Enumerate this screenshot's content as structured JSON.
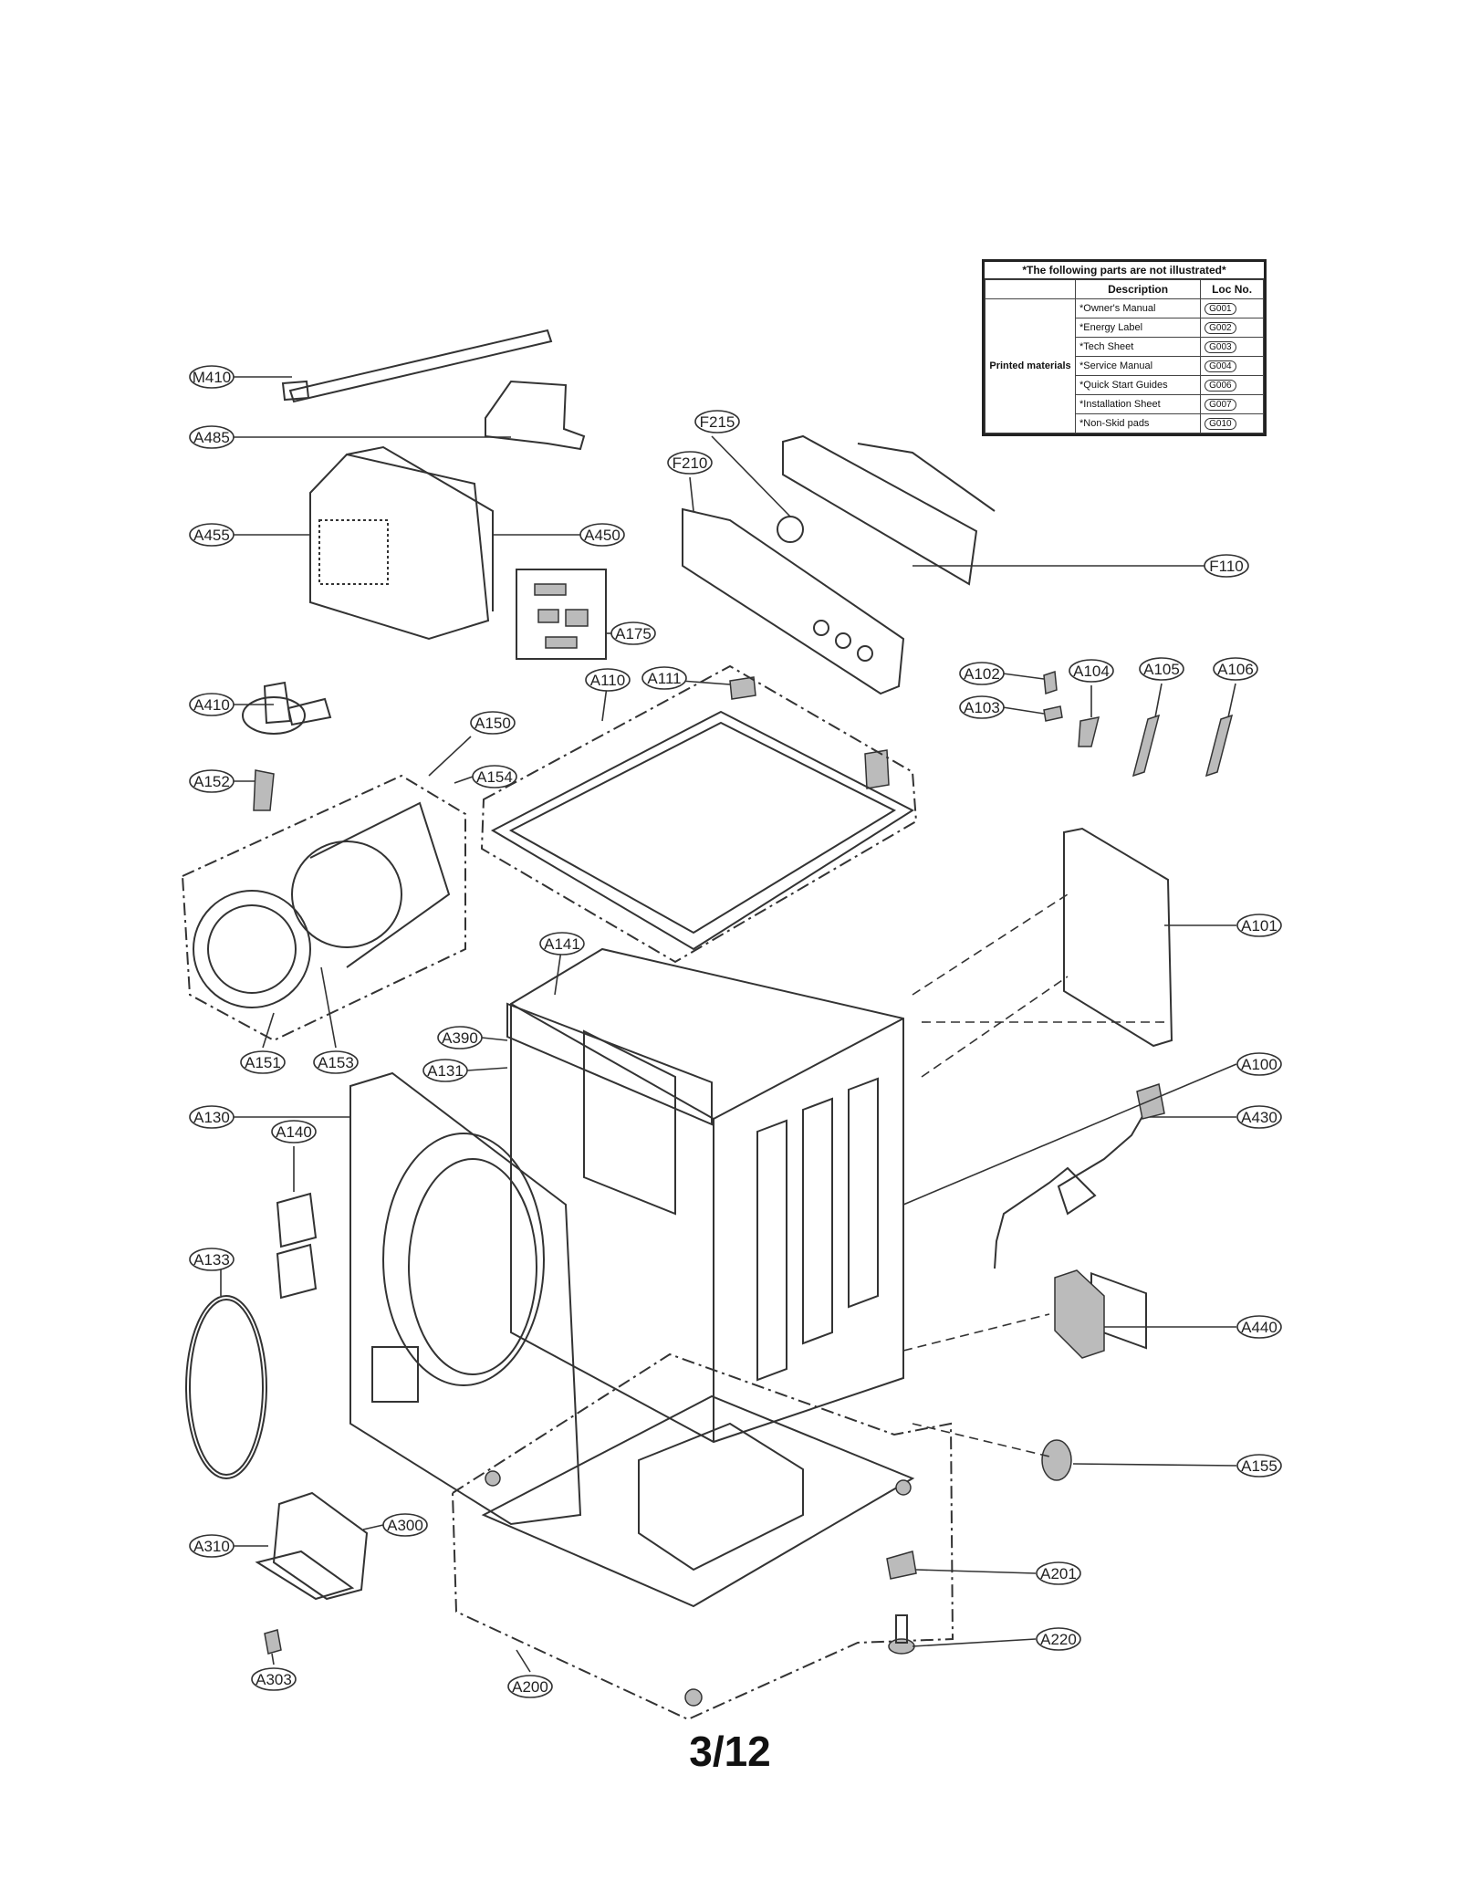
{
  "legend": {
    "title": "*The following parts are not illustrated*",
    "col_description": "Description",
    "col_loc": "Loc No.",
    "group_label": "Printed materials",
    "rows": [
      {
        "description": "*Owner's Manual",
        "loc": "G001"
      },
      {
        "description": "*Energy Label",
        "loc": "G002"
      },
      {
        "description": "*Tech Sheet",
        "loc": "G003"
      },
      {
        "description": "*Service Manual",
        "loc": "G004"
      },
      {
        "description": "*Quick Start Guides",
        "loc": "G006"
      },
      {
        "description": "*Installation Sheet",
        "loc": "G007"
      },
      {
        "description": "*Non-Skid pads",
        "loc": "G010"
      }
    ]
  },
  "callouts": {
    "M410": "M410",
    "A485": "A485",
    "A455": "A455",
    "A450": "A450",
    "A175": "A175",
    "F215": "F215",
    "F210": "F210",
    "F110": "F110",
    "A410": "A410",
    "A150": "A150",
    "A154": "A154",
    "A152": "A152",
    "A110": "A110",
    "A111": "A111",
    "A102": "A102",
    "A103": "A103",
    "A104": "A104",
    "A105": "A105",
    "A106": "A106",
    "A101": "A101",
    "A141": "A141",
    "A151": "A151",
    "A153": "A153",
    "A390": "A390",
    "A131": "A131",
    "A100": "A100",
    "A130": "A130",
    "A430": "A430",
    "A140": "A140",
    "A133": "A133",
    "A440": "A440",
    "A155": "A155",
    "A300": "A300",
    "A310": "A310",
    "A201": "A201",
    "A220": "A220",
    "A200": "A200",
    "A303": "A303"
  },
  "page_number": "3/12"
}
